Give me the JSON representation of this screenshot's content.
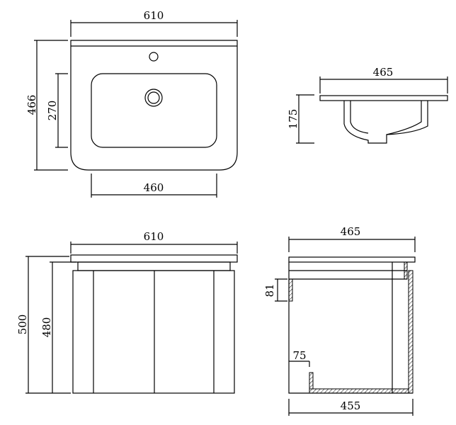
{
  "top_view": {
    "width": "610",
    "depth": "466",
    "bowl_depth": "270",
    "bowl_width": "460"
  },
  "side_view_basin": {
    "depth": "465",
    "height": "175"
  },
  "front_view": {
    "width": "610",
    "total_height": "500",
    "cabinet_height": "480"
  },
  "side_view_cabinet": {
    "top_depth": "465",
    "drawer_height": "81",
    "back_offset": "75",
    "cabinet_depth": "455"
  },
  "colors": {
    "line": "#000000",
    "background": "#ffffff"
  }
}
